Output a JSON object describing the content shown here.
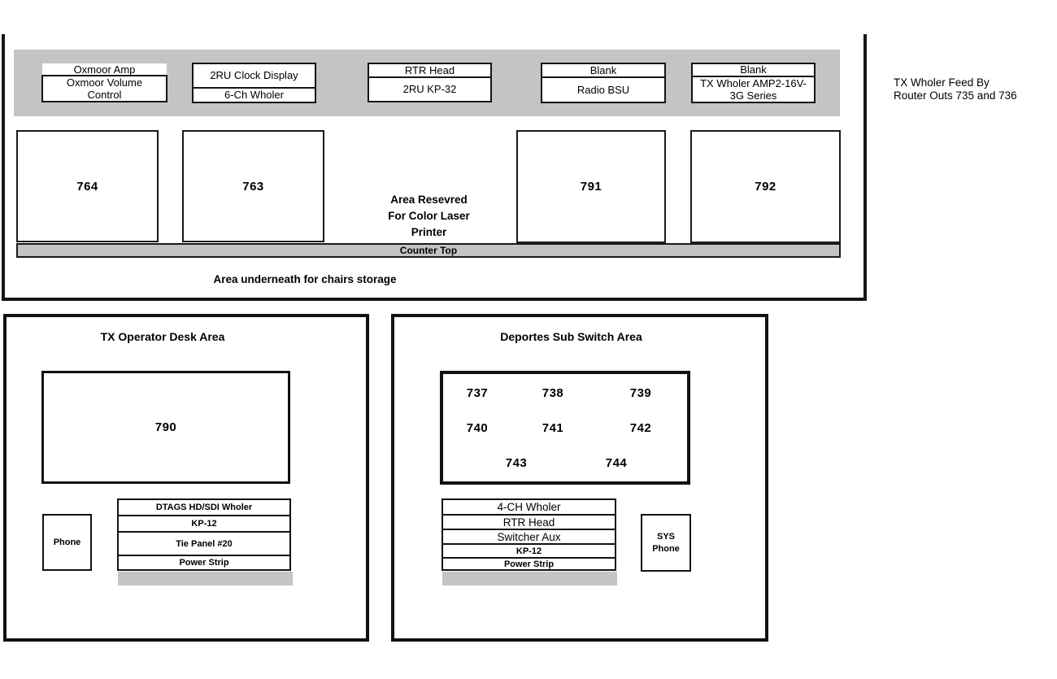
{
  "colors": {
    "gray": "#c4c4c4",
    "line": "#111111"
  },
  "rack_row": {
    "oxmoor_top": "Oxmoor Amp",
    "oxmoor_bottom": "Oxmoor Volume Control",
    "slots": [
      {
        "top": "2RU Clock Display",
        "bottom": "6-Ch Wholer"
      },
      {
        "top": "RTR Head",
        "bottom": "2RU KP-32"
      },
      {
        "top": "Blank",
        "bottom": "Radio BSU"
      },
      {
        "top": "Blank",
        "bottom": "TX Wholer AMP2-16V-3G Series"
      }
    ]
  },
  "side_note": {
    "line1": "TX Wholer Feed By",
    "line2": "Router Outs 735 and 736"
  },
  "monitors": [
    "764",
    "763",
    "791",
    "792"
  ],
  "printer_note": {
    "line1": "Area Resevred",
    "line2": "For Color Laser",
    "line3": "Printer"
  },
  "counter": {
    "label": "Counter Top"
  },
  "storage_note": "Area underneath for chairs storage",
  "tx_desk": {
    "title": "TX Operator Desk Area",
    "monitor": "790",
    "phone": "Phone",
    "stack": [
      "DTAGS HD/SDI Wholer",
      "KP-12",
      "Tie Panel #20",
      "Power Strip"
    ]
  },
  "deportes": {
    "title": "Deportes Sub Switch Area",
    "router_outs": [
      "737",
      "738",
      "739",
      "740",
      "741",
      "742",
      "743",
      "744"
    ],
    "stack": [
      "4-CH Wholer",
      "RTR Head",
      "Switcher Aux",
      "KP-12",
      "Power Strip"
    ],
    "sys_phone": {
      "line1": "SYS",
      "line2": "Phone"
    }
  }
}
